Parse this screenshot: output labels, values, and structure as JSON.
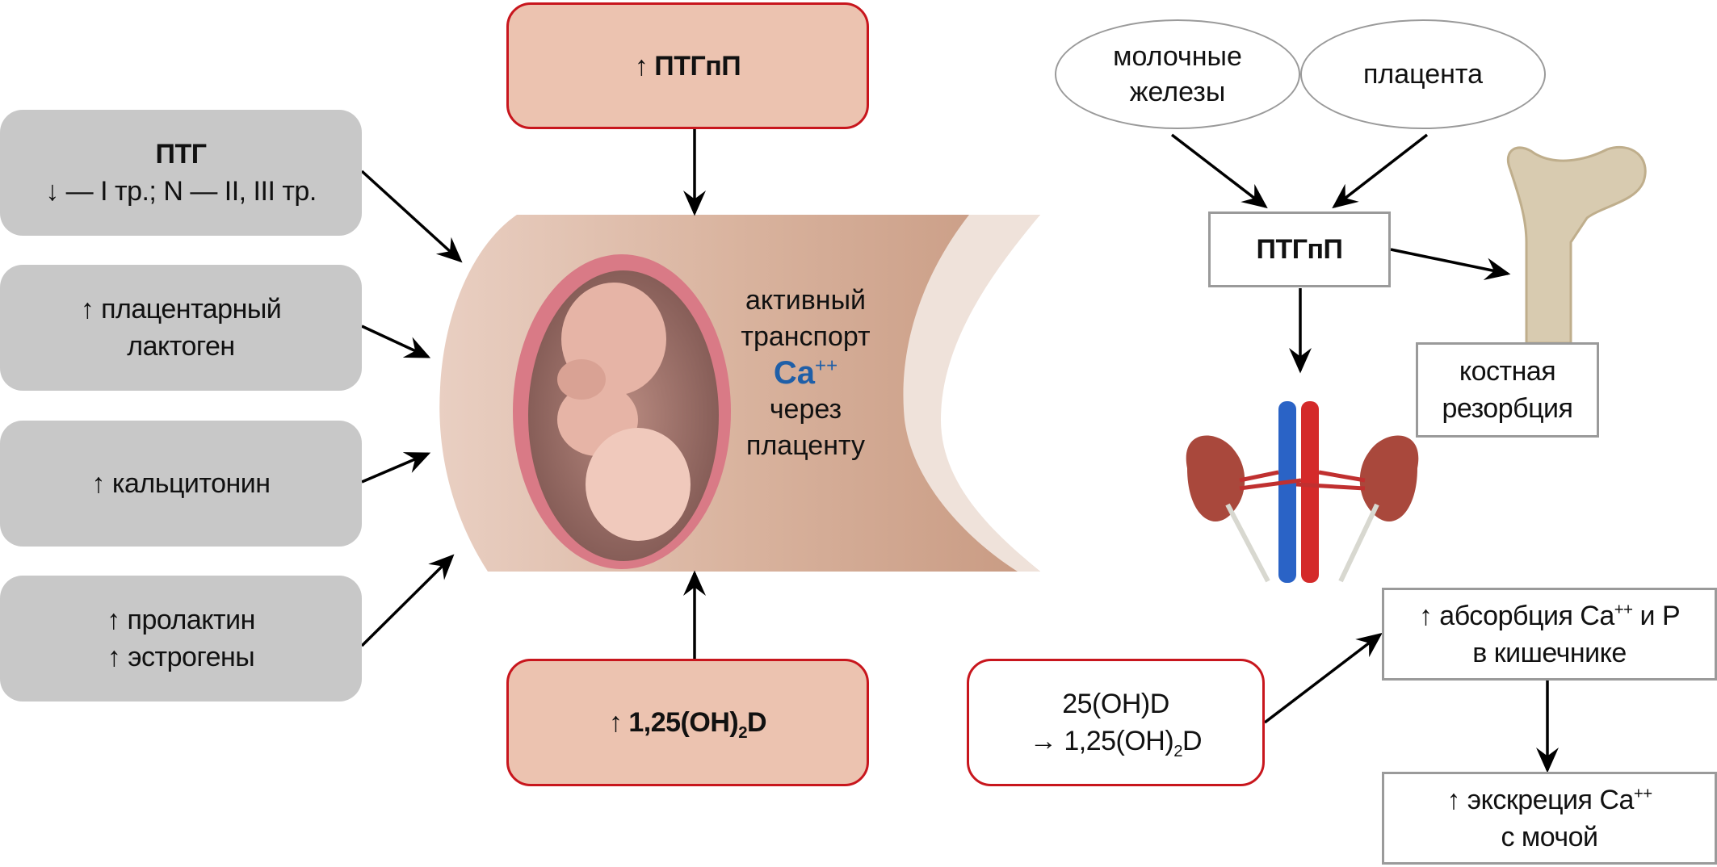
{
  "left_factors": [
    {
      "title": "ПТГ",
      "line": "↓ — I тр.; N — II, III тр."
    },
    {
      "lines": [
        "↑ плацентарный",
        "лактоген"
      ]
    },
    {
      "lines": [
        "↑ кальцитонин"
      ]
    },
    {
      "lines": [
        "↑ пролактин",
        "↑ эстрогены"
      ]
    }
  ],
  "top_box": {
    "arrow": "↑",
    "label": "ПТГпП"
  },
  "bottom_box": {
    "arrow": "↑",
    "label_pre": "1,25(OH)",
    "sub": "2",
    "label_post": "D"
  },
  "transport": {
    "line1": "активный",
    "line2": "транспорт",
    "ion": "Ca",
    "ion_charge": "++",
    "line3": "через",
    "line4": "плаценту"
  },
  "sources": [
    {
      "label1": "молочные",
      "label2": "железы"
    },
    {
      "label1": "плацента"
    }
  ],
  "pthrp_box": "ПТГпП",
  "bone_box": {
    "line1": "костная",
    "line2": "резорбция"
  },
  "vitd_box": {
    "line1": "25(OH)D",
    "arrow": "→",
    "line2_pre": "1,25(OH)",
    "sub": "2",
    "line2_post": "D"
  },
  "absorption_box": {
    "arrow": "↑",
    "pre": "абсорбция Ca",
    "charge": "++",
    "post": " и P",
    "line2": "в кишечнике"
  },
  "excretion_box": {
    "arrow": "↑",
    "pre": "экскреция Ca",
    "charge": "++",
    "line2": "с мочой"
  },
  "colors": {
    "red_border": "#c8161d",
    "red_fill": "#ecc3b0",
    "gray": "#c8c8c8",
    "ca_blue": "#1f5fa8"
  }
}
